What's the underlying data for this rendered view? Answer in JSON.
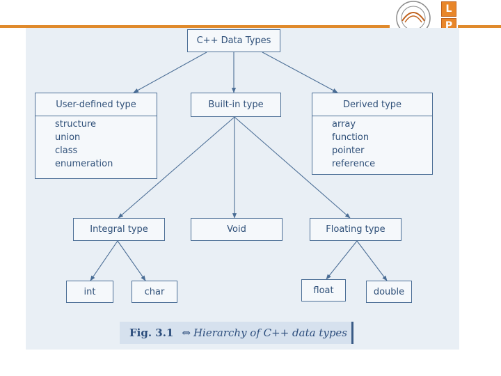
{
  "diagram": {
    "root": "C++ Data Types",
    "user_defined": {
      "title": "User-defined type",
      "items": [
        "structure",
        "union",
        "class",
        "enumeration"
      ]
    },
    "built_in": "Built-in type",
    "derived": {
      "title": "Derived type",
      "items": [
        "array",
        "function",
        "pointer",
        "reference"
      ]
    },
    "integral": "Integral type",
    "void": "Void",
    "floating": "Floating type",
    "int": "int",
    "char": "char",
    "float": "float",
    "double": "double"
  },
  "caption": {
    "number": "Fig. 3.1",
    "arrow": "⇔",
    "text": "Hierarchy of C++ data types"
  },
  "branding": {
    "logo_letters": [
      "L",
      "P"
    ],
    "accent_color": "#e08a2c"
  }
}
